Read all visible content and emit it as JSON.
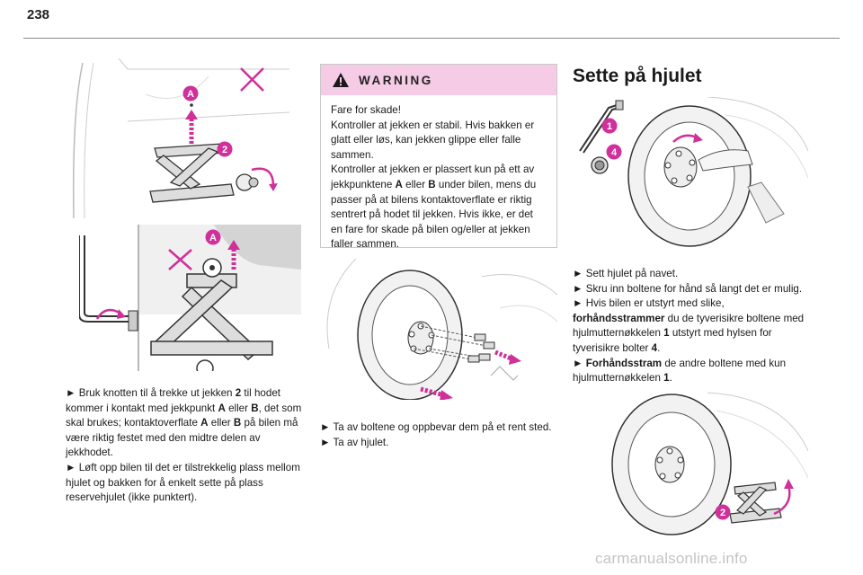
{
  "page": {
    "number": "238",
    "watermark": "carmanualsonline.info"
  },
  "left": {
    "labels": {
      "a_top": "A",
      "two": "2",
      "a_bottom": "A"
    },
    "para1": {
      "arrow": "►",
      "t1": " Bruk knotten til å trekke ut jekken ",
      "b1": "2",
      "t2": " til hodet kommer i kontakt med jekkpunkt ",
      "b2": "A",
      "t3": " eller ",
      "b3": "B",
      "t4": ", det som skal brukes; kontaktoverflate ",
      "b4": "A",
      "t5": " eller ",
      "b5": "B",
      "t6": " på bilen må være riktig festet med den midtre delen av jekkhodet."
    },
    "para2": {
      "arrow": "►",
      "text": " Løft opp bilen til det er tilstrekkelig plass mellom hjulet og bakken for å enkelt sette på plass reservehjulet (ikke punktert)."
    }
  },
  "middle": {
    "warning": {
      "title": "WARNING",
      "icon": "warning-triangle-icon",
      "l1": "Fare for skade!",
      "l2": "Kontroller at jekken er stabil. Hvis bakken er glatt eller løs, kan jekken glippe eller falle sammen.",
      "l3a": "Kontroller at jekken er plassert kun på ett av jekkpunktene ",
      "l3b": "A",
      "l3c": " eller ",
      "l3d": "B",
      "l3e": " under bilen, mens du passer på at bilens kontaktoverflate er riktig sentrert på hodet til jekken. Hvis ikke, er det en fare for skade på bilen og/eller at jekken faller sammen."
    },
    "step1": {
      "arrow": "►",
      "text": " Ta av boltene og oppbevar dem på et rent sted."
    },
    "step2": {
      "arrow": "►",
      "text": " Ta av hjulet."
    }
  },
  "right": {
    "title": "Sette på hjulet",
    "labels": {
      "one": "1",
      "four": "4",
      "two": "2"
    },
    "s1": {
      "arrow": "►",
      "text": " Sett hjulet på navet."
    },
    "s2": {
      "arrow": "►",
      "text": " Skru inn boltene for hånd så langt det er mulig."
    },
    "s3": {
      "arrow": "►",
      "t1": " Hvis bilen er utstyrt med slike, ",
      "b1": "forhåndsstrammer",
      "t2": " du de tyverisikre boltene med hjulmutternøkkelen ",
      "b2": "1",
      "t3": " utstyrt med hylsen for tyverisikre bolter ",
      "b3": "4",
      "t4": "."
    },
    "s4": {
      "arrow": "►",
      "b1": " Forhåndsstram",
      "t1": " de andre boltene med kun hjulmutternøkkelen ",
      "b2": "1",
      "t2": "."
    }
  },
  "colors": {
    "accent": "#d0309a",
    "warning_bg": "#f6cbe6",
    "rule": "#888888",
    "watermark": "#c4c4c4"
  }
}
